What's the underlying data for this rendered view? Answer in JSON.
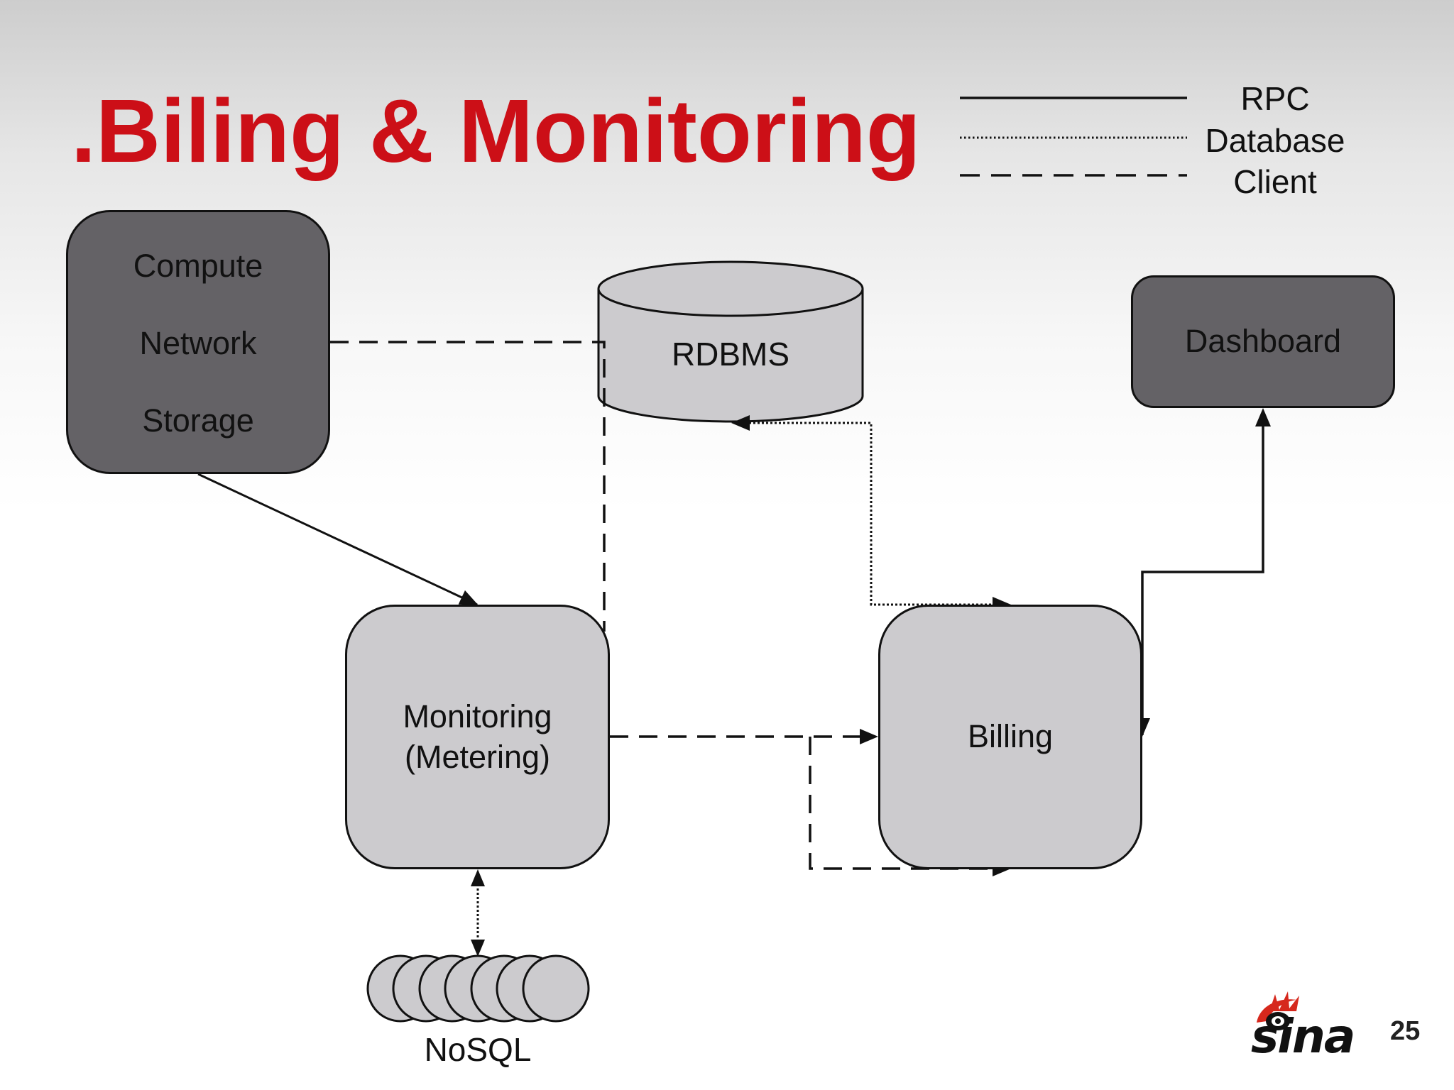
{
  "title": ".Biling & Monitoring",
  "legend": {
    "rpc": "RPC",
    "database": "Database",
    "client": "Client"
  },
  "nodes": {
    "compute": "Compute",
    "network": "Network",
    "storage": "Storage",
    "rdbms": "RDBMS",
    "dashboard": "Dashboard",
    "monitoring_line1": "Monitoring",
    "monitoring_line2": "(Metering)",
    "billing": "Billing",
    "nosql": "NoSQL"
  },
  "logo": {
    "wordmark": "sina"
  },
  "page_number": "25",
  "colors": {
    "title": "#cc0f17",
    "dark_box": "#646266",
    "light_box": "#cccbce",
    "line": "#111111"
  }
}
